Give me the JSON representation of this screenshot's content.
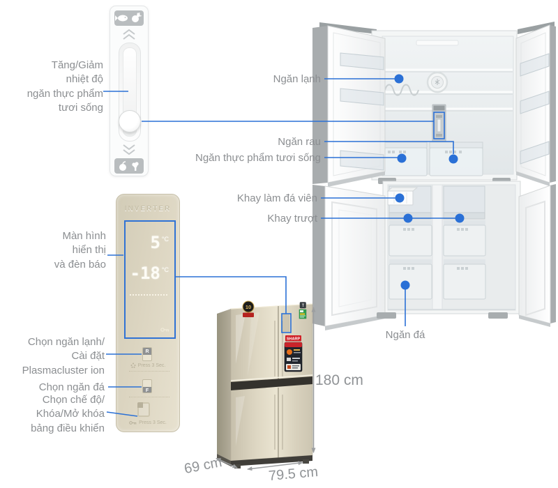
{
  "colors": {
    "accent": "#2a70d6",
    "label_text": "#8b8e91",
    "panel_beige": "#dcd5c1",
    "fridge_gold": "#ded7c3"
  },
  "slider_unit": {
    "label": "Tăng/Giảm\nnhiệt độ\nngăn thực phẩm\ntươi sống",
    "top_icon": "meat-fish-icon",
    "bottom_icon": "vegetables-icon"
  },
  "control_panel": {
    "brand": "INVERTER",
    "display": {
      "label": "Màn hình\nhiển thị\nvà đèn báo",
      "fridge_temp": "5",
      "fridge_unit": "°C",
      "freezer_temp": "-18",
      "freezer_unit": "°C"
    },
    "fridge_button": {
      "label": "Chọn ngăn lạnh/\nCài đặt\nPlasmacluster ion",
      "key": "R",
      "hint": "Press 3 Sec."
    },
    "freezer_button": {
      "label": "Chọn ngăn đá",
      "key": "F"
    },
    "mode_button": {
      "label": "Chọn chế độ/\nKhóa/Mở khóa\nbảng điều khiển",
      "hint": "Press 3 Sec."
    }
  },
  "fridge_callouts": {
    "cooler": "Ngăn lạnh",
    "vegetable": "Ngăn rau",
    "fresh_food": "Ngăn thực phẩm tươi sống",
    "ice_tray": "Khay làm đá viên",
    "sliding_tray": "Khay trượt",
    "freezer": "Ngăn đá"
  },
  "dimensions": {
    "height": "180 cm",
    "depth": "69 cm",
    "width": "79.5 cm"
  },
  "product": {
    "brand": "SHARP",
    "warranty_years": "10"
  }
}
